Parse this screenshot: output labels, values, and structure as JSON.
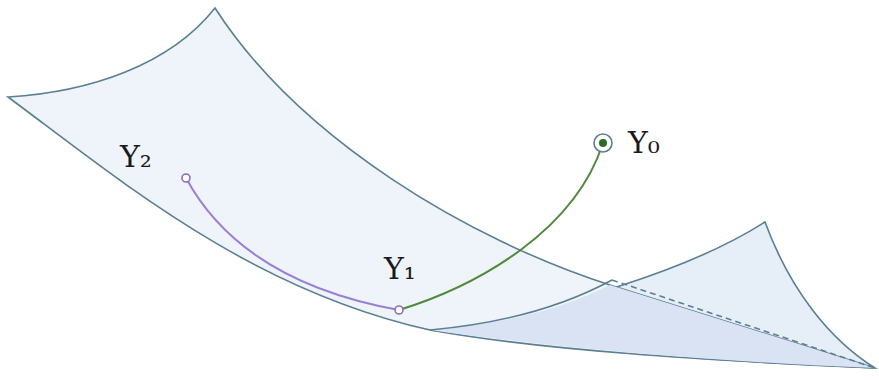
{
  "diagram": {
    "labels": [
      "Y₂",
      "Y₁",
      "Y₀"
    ]
  }
}
